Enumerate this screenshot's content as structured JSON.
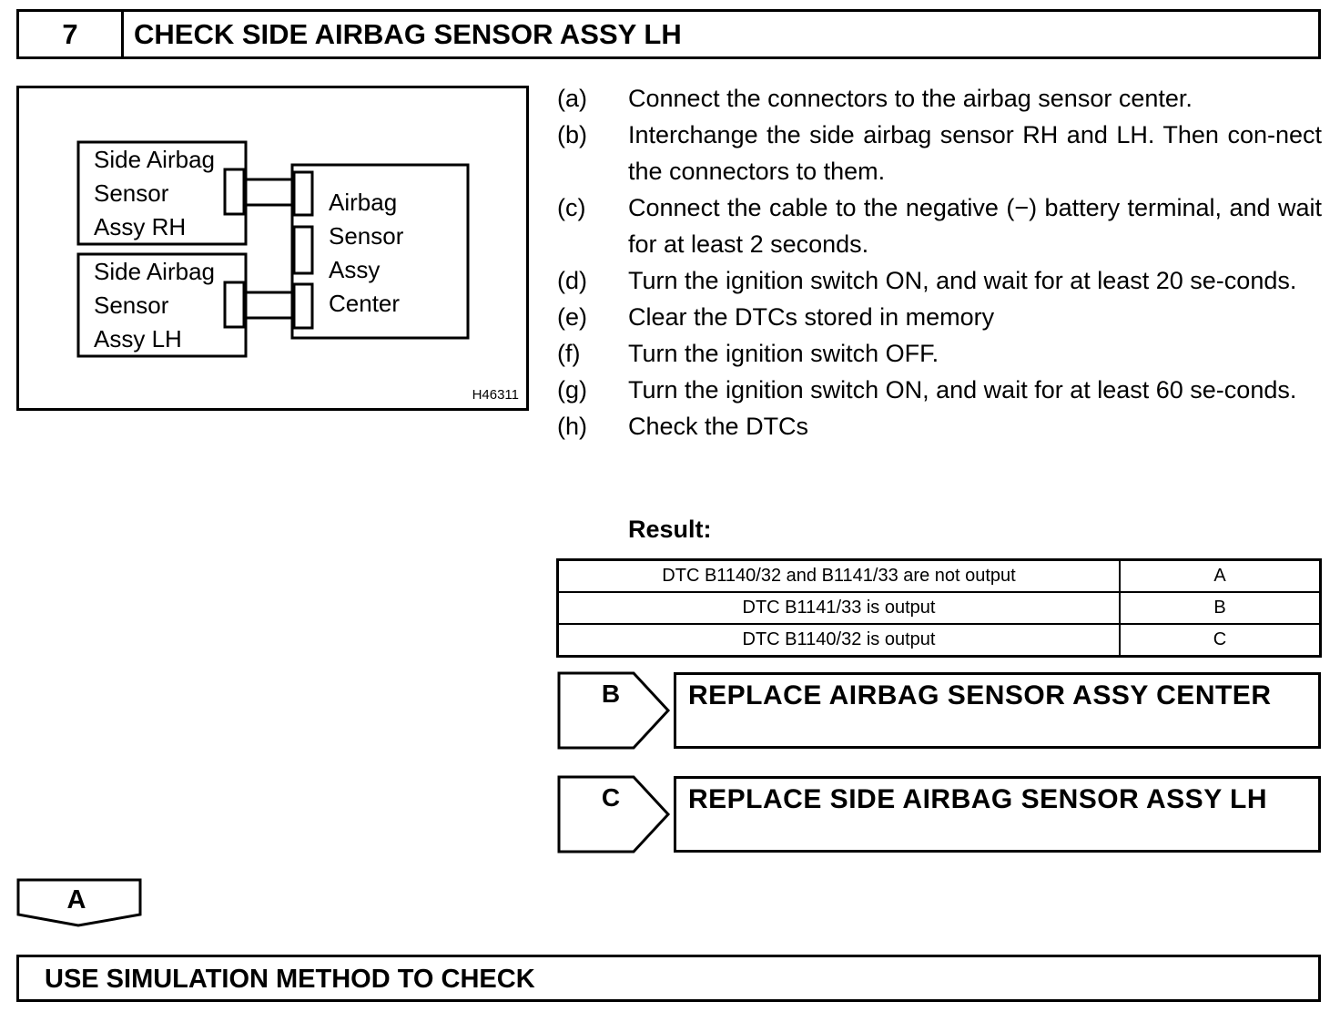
{
  "header": {
    "step_number": "7",
    "title": "CHECK SIDE AIRBAG SENSOR ASSY LH"
  },
  "figure": {
    "sensor_rh_lines": [
      "Side Airbag",
      "Sensor",
      "Assy RH"
    ],
    "sensor_lh_lines": [
      "Side Airbag",
      "Sensor",
      "Assy LH"
    ],
    "center_lines": [
      "Airbag",
      "Sensor",
      "Assy",
      "Center"
    ],
    "figure_id": "H46311"
  },
  "steps": [
    {
      "letter": "(a)",
      "text": "Connect the connectors to the airbag sensor center."
    },
    {
      "letter": "(b)",
      "text": "Interchange the side airbag sensor RH and LH. Then con-nect the connectors to them."
    },
    {
      "letter": "(c)",
      "text": "Connect the cable to the negative (−) battery terminal, and wait for at least 2 seconds."
    },
    {
      "letter": "(d)",
      "text": "Turn the ignition switch ON, and wait for at least 20 se-conds."
    },
    {
      "letter": "(e)",
      "text": "Clear the DTCs stored in memory"
    },
    {
      "letter": "(f)",
      "text": "Turn the ignition switch OFF."
    },
    {
      "letter": "(g)",
      "text": "Turn the ignition switch ON, and wait for at least 60 se-conds."
    },
    {
      "letter": "(h)",
      "text": "Check the DTCs"
    }
  ],
  "result_label": "Result:",
  "result_table": [
    {
      "condition": "DTC B1140/32 and B1141/33 are not output",
      "code": "A"
    },
    {
      "condition": "DTC B1141/33 is output",
      "code": "B"
    },
    {
      "condition": "DTC B1140/32 is output",
      "code": "C"
    }
  ],
  "branches": [
    {
      "letter": "B",
      "action": "REPLACE AIRBAG SENSOR ASSY CENTER"
    },
    {
      "letter": "C",
      "action": "REPLACE SIDE AIRBAG SENSOR ASSY LH"
    }
  ],
  "continue_letter": "A",
  "final_action": "USE SIMULATION METHOD TO CHECK"
}
